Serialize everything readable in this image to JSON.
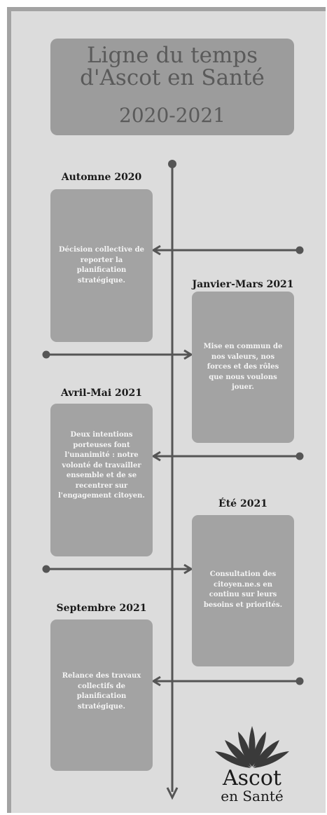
{
  "header": {
    "title": "Ligne du temps\nd'Ascot en Santé",
    "years": "2020-2021"
  },
  "events": [
    {
      "heading": "Automne 2020",
      "text": "Décision collective de reporter la planification stratégique."
    },
    {
      "heading": "Janvier-Mars 2021",
      "text": "Mise en commun de nos valeurs, nos forces et des rôles que nous voulons jouer."
    },
    {
      "heading": "Avril-Mai 2021",
      "text": "Deux intentions porteuses font l'unanimité : notre volonté de travailler ensemble et de se recentrer sur l'engagement citoyen."
    },
    {
      "heading": "Été 2021",
      "text": "Consultation des citoyen.ne.s en continu sur leurs besoins et priorités."
    },
    {
      "heading": "Septembre 2021",
      "text": "Relance des travaux collectifs de planification stratégique."
    }
  ],
  "logo": {
    "name": "Ascot",
    "subtitle": "en Santé",
    "icon": "sunflower-icon"
  },
  "colors": {
    "background": "#dcdcdc",
    "box": "#a3a3a3",
    "title_box": "#9c9c9c",
    "line": "#555555"
  }
}
